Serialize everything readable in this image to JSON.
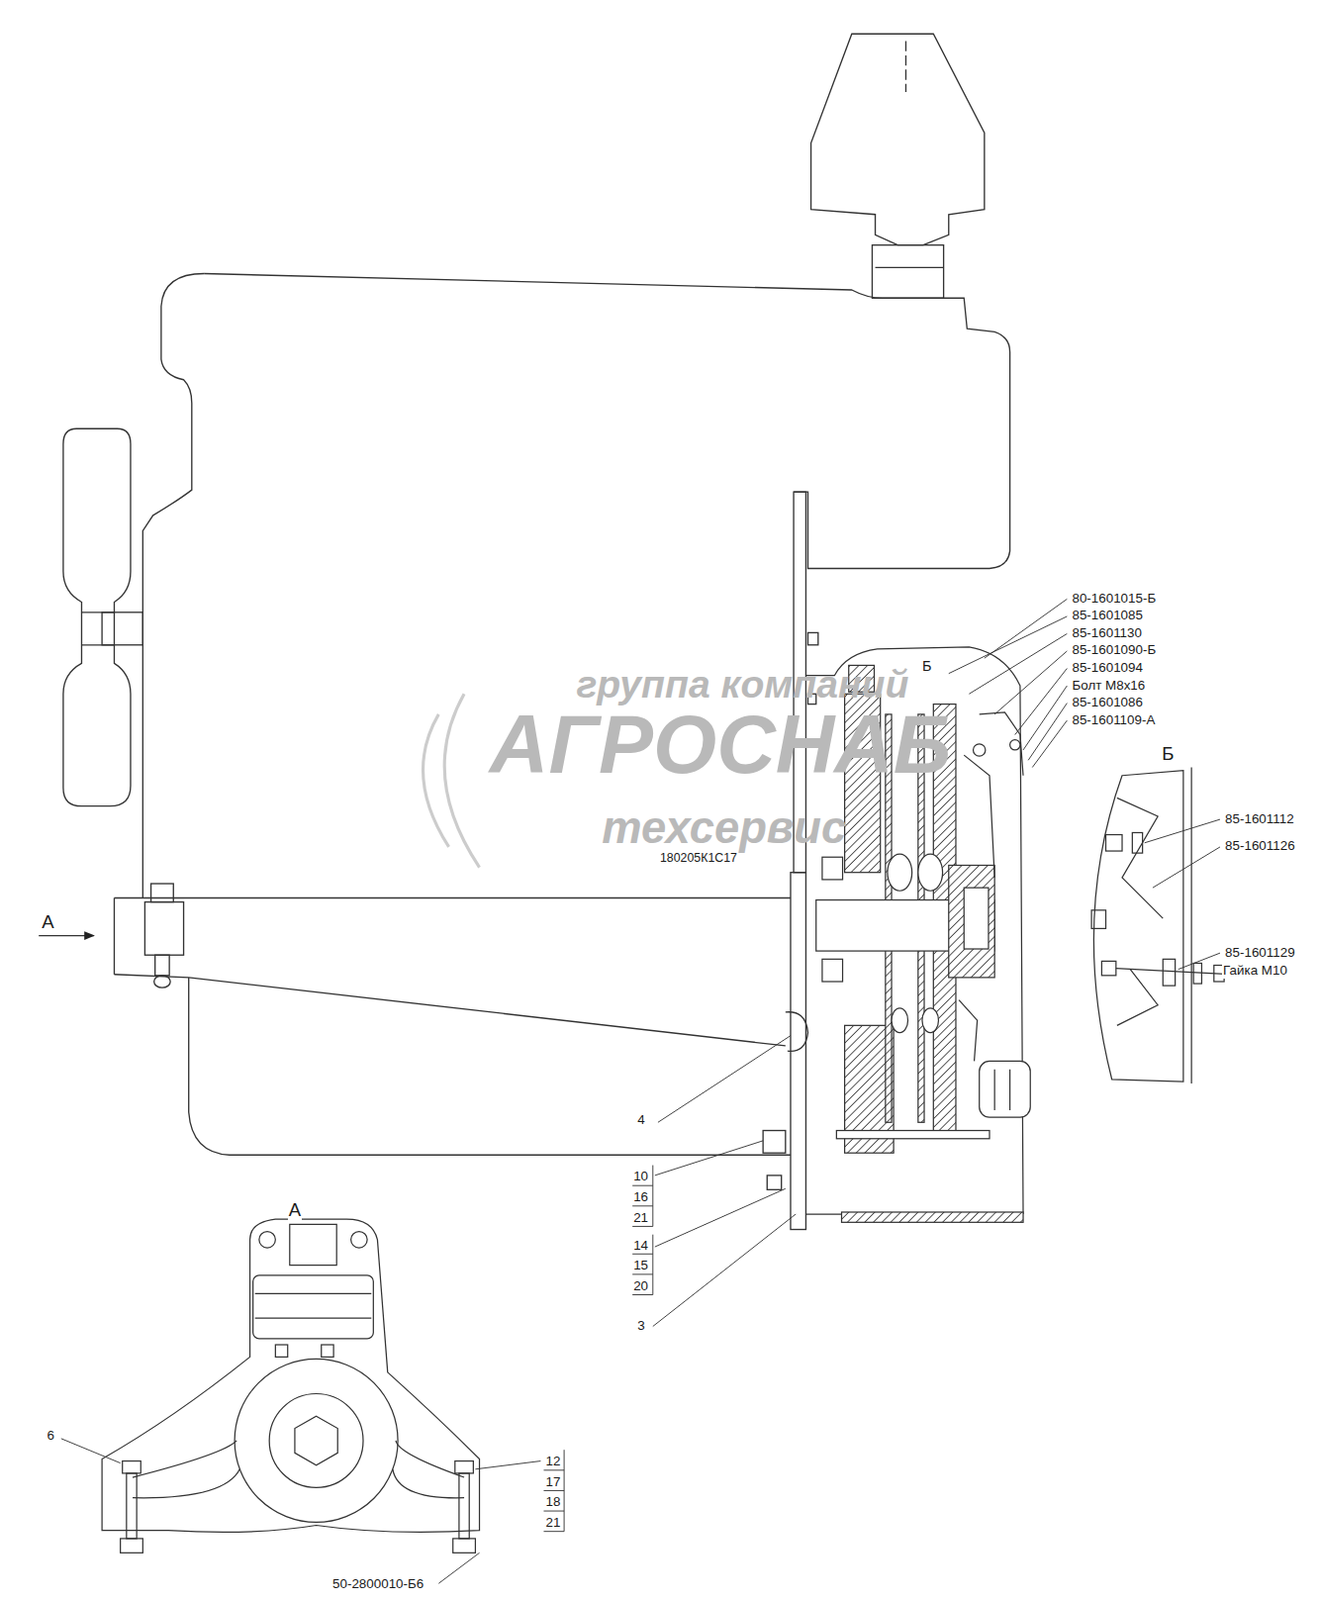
{
  "diagram": {
    "labels": [
      "80-1601015-Б",
      "85-1601085",
      "85-1601130",
      "85-1601090-Б",
      "85-1601094",
      "Болт М8х16",
      "85-1601086",
      "85-1601109-А",
      "Б",
      "180205К1С17",
      "группа компаний",
      "АГРОСНАБ",
      "техсервис",
      "Б",
      "85-1601112",
      "85-1601126",
      "85-1601129",
      "Гайка М10",
      "А",
      "4",
      "10",
      "16",
      "21",
      "14",
      "15",
      "20",
      "3",
      "А",
      "6",
      "12",
      "17",
      "18",
      "21",
      "50-2800010-Б6"
    ]
  }
}
